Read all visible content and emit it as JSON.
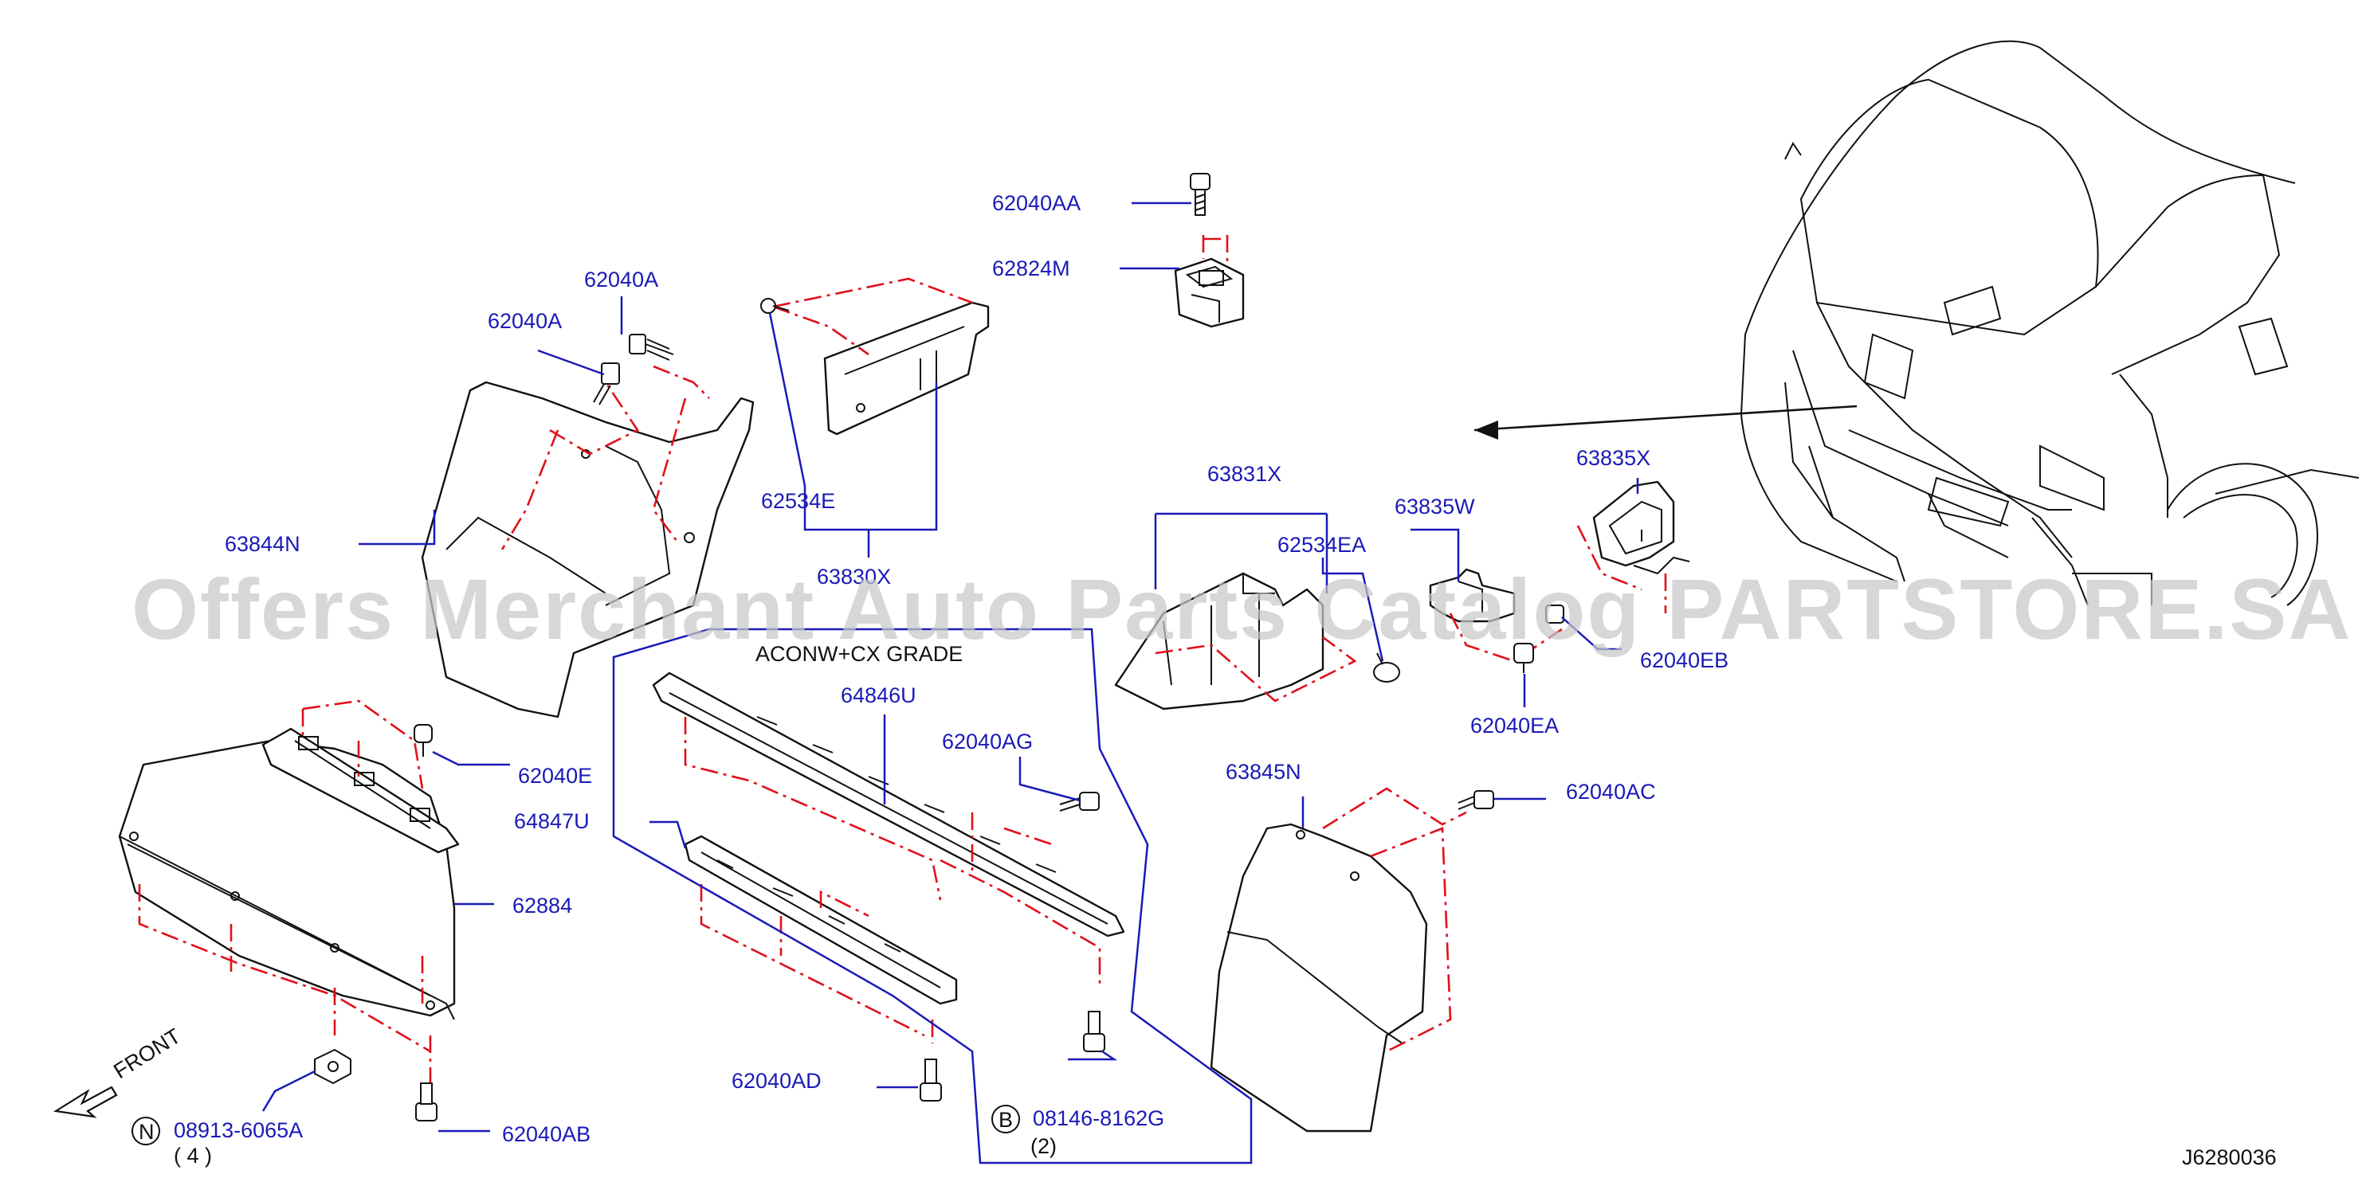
{
  "diagram_id": "J6280036",
  "watermark": "Offers Merchant Auto Parts Catalog PARTSTORE.SA",
  "grade_note": "ACONW+CX   GRADE",
  "front_label": "FRONT",
  "colors": {
    "callout": "#1a1ab8",
    "dash_line": "#e0101a",
    "outline": "#111111",
    "watermark": "#c8c8c8"
  },
  "parts": {
    "p62040AA": "62040AA",
    "p62824M": "62824M",
    "p62040A_1": "62040A",
    "p62040A_2": "62040A",
    "p62534E": "62534E",
    "p63830X": "63830X",
    "p63844N": "63844N",
    "p63831X": "63831X",
    "p63835W": "63835W",
    "p63835X": "63835X",
    "p62534EA": "62534EA",
    "p62040EB": "62040EB",
    "p62040EA": "62040EA",
    "p64846U": "64846U",
    "p62040AG": "62040AG",
    "p62040E": "62040E",
    "p64847U": "64847U",
    "p62884": "62884",
    "p63845N": "63845N",
    "p62040AC": "62040AC",
    "p62040AD": "62040AD",
    "p62040AB": "62040AB",
    "p08913": "08913-6065A",
    "p08913_qty": "( 4 )",
    "p08146": "08146-8162G",
    "p08146_qty": "(2)"
  },
  "circle_symbols": {
    "n_symbol": "N",
    "b_symbol": "B"
  }
}
